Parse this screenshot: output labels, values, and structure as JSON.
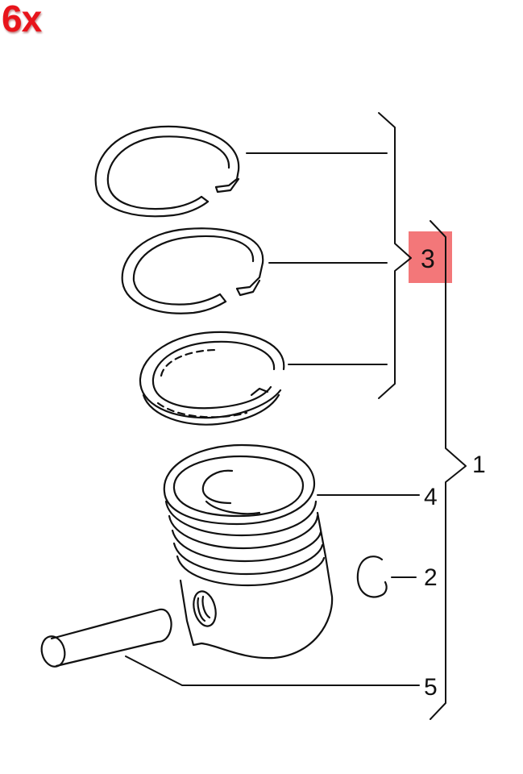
{
  "quantity_badge": {
    "text": "6x",
    "color": "#e8141b"
  },
  "highlight": {
    "label": "3",
    "color": "#f26b6e"
  },
  "callouts": [
    {
      "id": "1",
      "part": "piston-assembly-group"
    },
    {
      "id": "2",
      "part": "circlip"
    },
    {
      "id": "3",
      "part": "piston-ring-set"
    },
    {
      "id": "4",
      "part": "piston"
    },
    {
      "id": "5",
      "part": "piston-pin"
    }
  ],
  "labels": {
    "one": "1",
    "two": "2",
    "three": "3",
    "four": "4",
    "five": "5"
  }
}
